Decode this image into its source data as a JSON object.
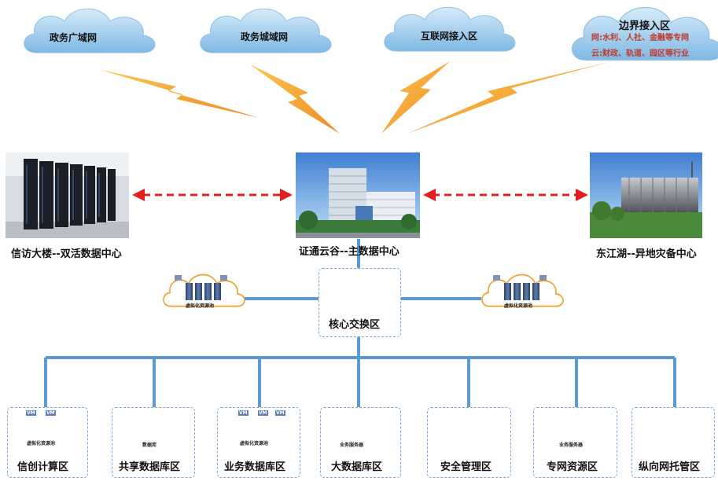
{
  "clouds": [
    {
      "label": "政务广域网"
    },
    {
      "label": "政务城域网"
    },
    {
      "label": "互联网接入区"
    },
    {
      "label": "边界接入区",
      "lines": [
        "网:水利、人社、金融等专网",
        "云:财政、轨道、园区等行业"
      ]
    }
  ],
  "sites": {
    "left": "信访大楼--双活数据中心",
    "center": "证通云谷--主数据中心",
    "right": "东江湖--异地灾备中心"
  },
  "core": {
    "label": "核心交换区"
  },
  "virt_pool_label": "虚拟化资源池",
  "vm_tag": "VM",
  "zones": [
    {
      "label": "信创计算区",
      "tag": "虚拟化资源池"
    },
    {
      "label": "共享数据库区",
      "tag": "数据库"
    },
    {
      "label": "业务数据库区",
      "tag": "虚拟化资源池"
    },
    {
      "label": "大数据库区",
      "tag": "业务服务器"
    },
    {
      "label": "安全管理区",
      "tag": ""
    },
    {
      "label": "专网资源区",
      "tag": "业务服务器"
    },
    {
      "label": "纵向网托管区",
      "tag": ""
    }
  ],
  "colors": {
    "link": "#5b9bd5",
    "lightning": "#f5a623",
    "dashed_arrow": "#e02020",
    "cloud_fill": "#a9d1ee"
  }
}
